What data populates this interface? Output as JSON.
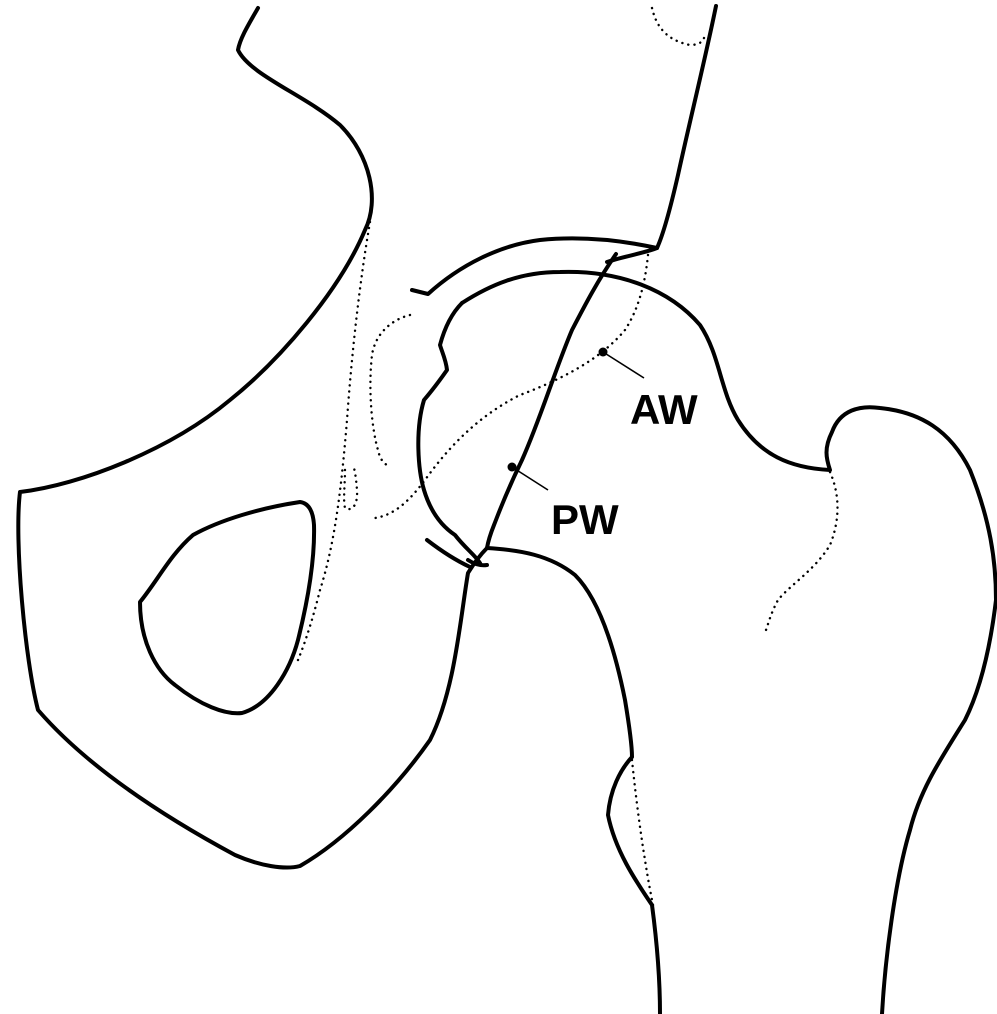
{
  "figure": {
    "type": "anatomical line drawing",
    "line_color": "#000000",
    "background_color": "#ffffff"
  },
  "labels": {
    "anterior_wall": "AW",
    "posterior_wall": "PW"
  }
}
